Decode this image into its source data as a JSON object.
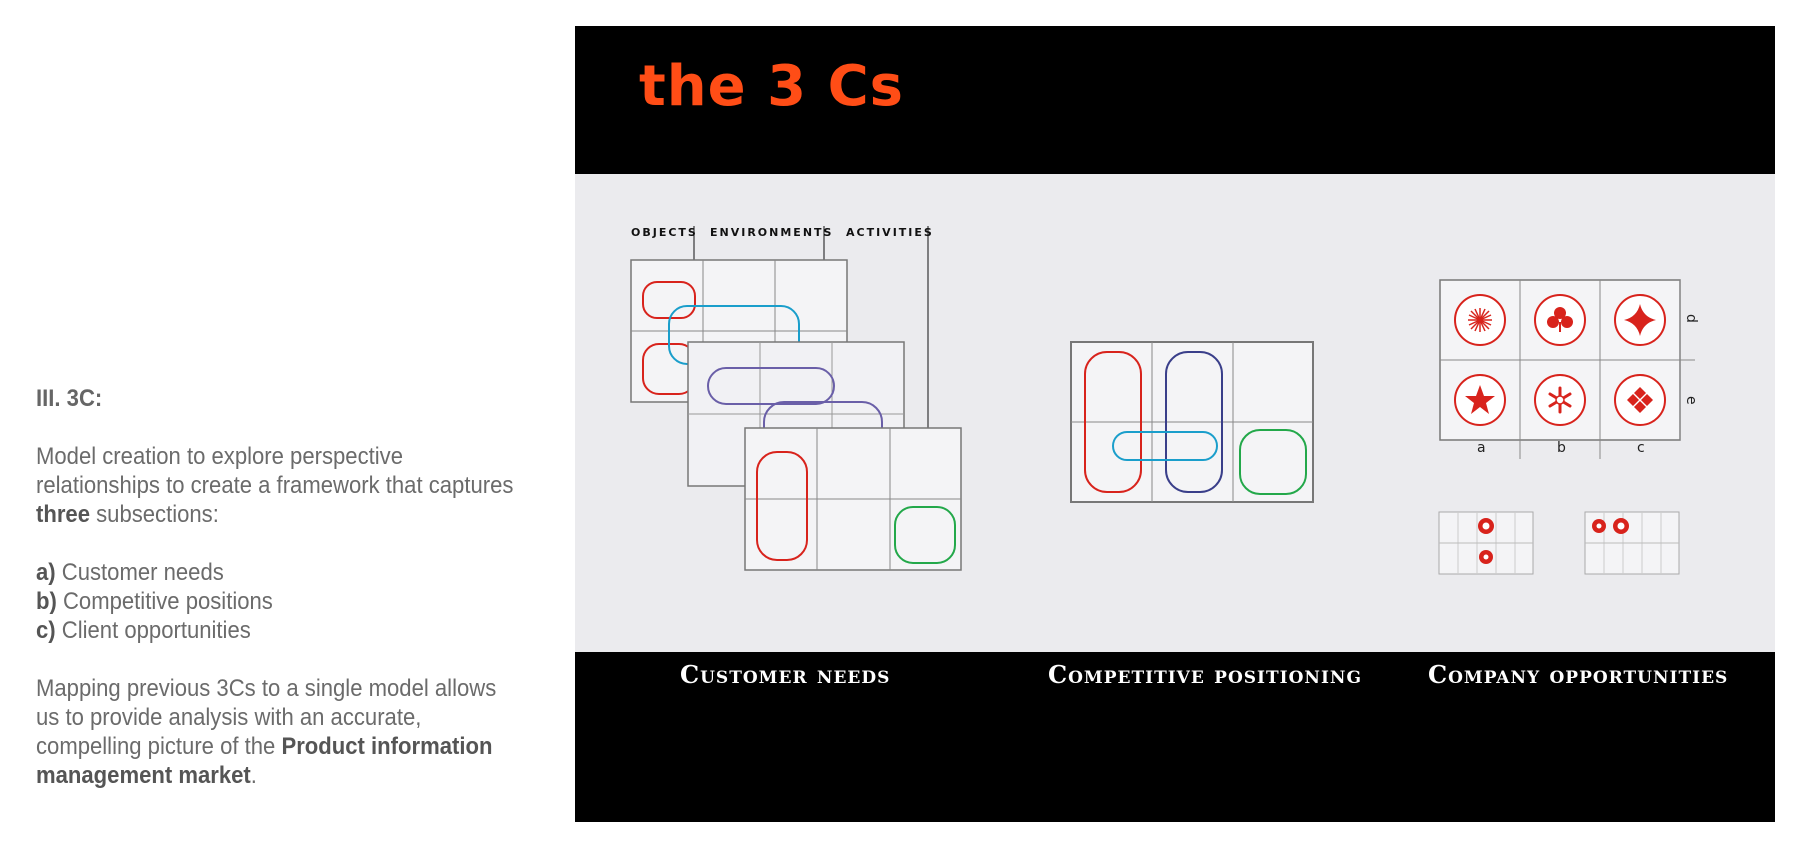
{
  "left": {
    "heading": "III. 3C:",
    "intro_before": "Model creation to explore perspective relationships to create a framework that captures ",
    "intro_bold": "three",
    "intro_after": " subsections:",
    "items": [
      {
        "letter": "a)",
        "text": " Customer needs"
      },
      {
        "letter": "b)",
        "text": " Competitive positions"
      },
      {
        "letter": "c)",
        "text": " Client opportunities"
      }
    ],
    "outro_before": "Mapping previous 3Cs to a single model allows us to provide analysis with an accurate, compelling picture of the ",
    "outro_bold": "Product information management market",
    "outro_after": "."
  },
  "slide": {
    "title": "the 3 Cs",
    "labels": {
      "objects": "OBJECTS",
      "environments": "ENVIRONMENTS",
      "activities": "ACTIVITIES"
    },
    "grid_axis": {
      "cols": [
        "a",
        "b",
        "c"
      ],
      "rows": [
        "d",
        "e"
      ]
    },
    "captions": [
      "Customer needs",
      "Competitive positioning",
      "Company opportunities"
    ]
  },
  "colors": {
    "title": "#ff4d16",
    "red": "#d8231c",
    "teal": "#1a9ecb",
    "purple": "#6a5fa8",
    "navy": "#3a3f8a",
    "green": "#23a84a"
  },
  "icons": {
    "grid_symbols": [
      "sunburst-icon",
      "clover-icon",
      "star4-icon",
      "star-icon",
      "asterisk-icon",
      "diamond-cluster-icon"
    ]
  }
}
